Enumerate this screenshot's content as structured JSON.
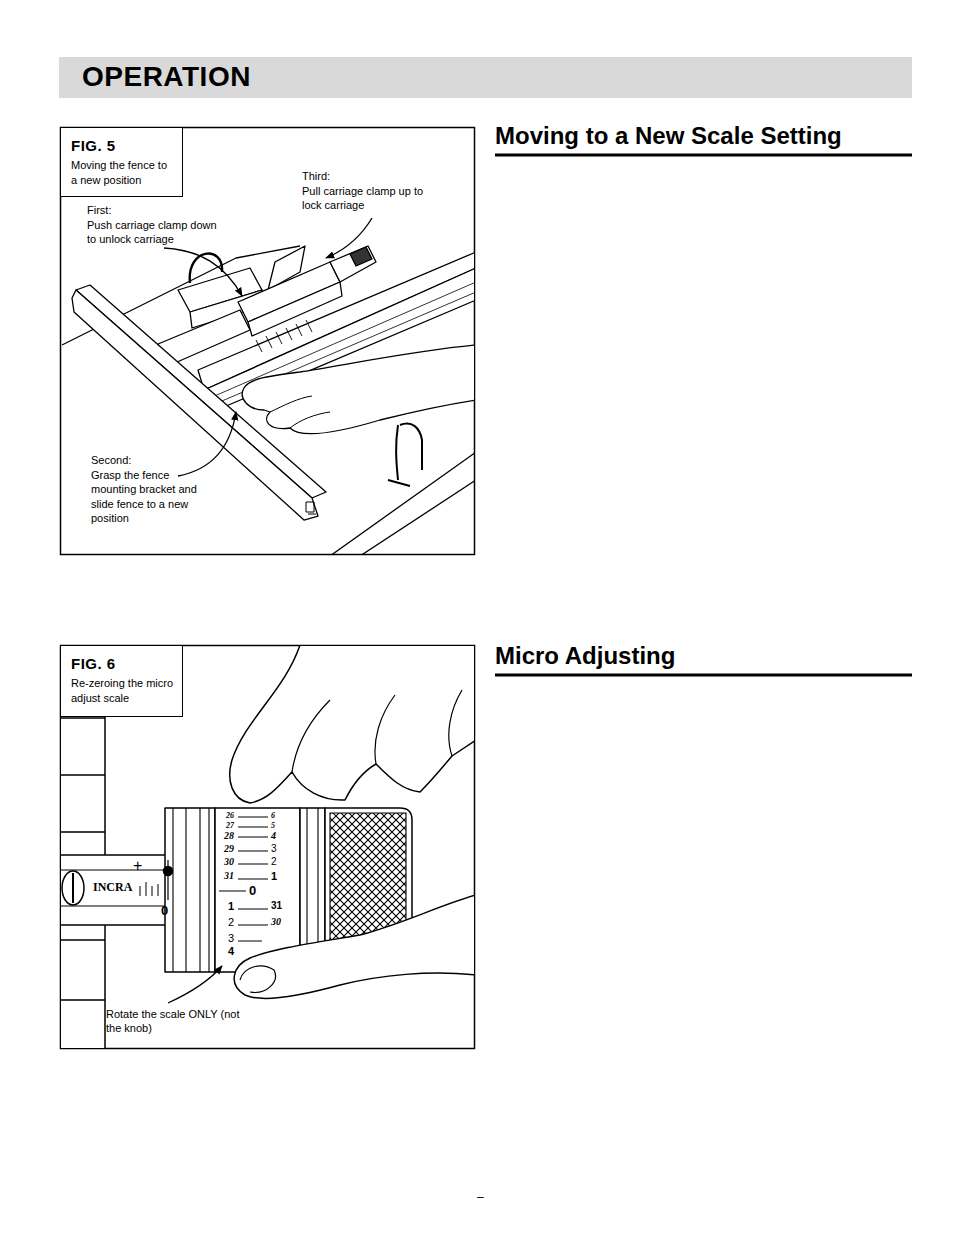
{
  "diagram": {
    "title": "OPERATION",
    "nodes": [
      {
        "text": [
          "FIG. 5",
          "Moving the fence to a new position"
        ]
      },
      {
        "text": [
          "FIG. 6",
          "Re-zeroing the micro adjust scale"
        ]
      }
    ],
    "labels": [
      "Moving to a New Scale Setting",
      "Third:",
      "Pull carriage clamp up to lock carriage",
      "First:",
      "Push carriage clamp down to unlock carriage",
      "Second:",
      "Grasp the fence mounting bracket and slide fence to a new position",
      "Micro Adjusting",
      "INCRA",
      "+",
      "0",
      "26",
      "6",
      "27",
      "5",
      "28",
      "4",
      "29",
      "3",
      "30",
      "2",
      "31",
      "1",
      "0",
      "1",
      "31",
      "2",
      "30",
      "3",
      "4",
      "Rotate the scale ONLY (not the knob)",
      "–"
    ]
  }
}
